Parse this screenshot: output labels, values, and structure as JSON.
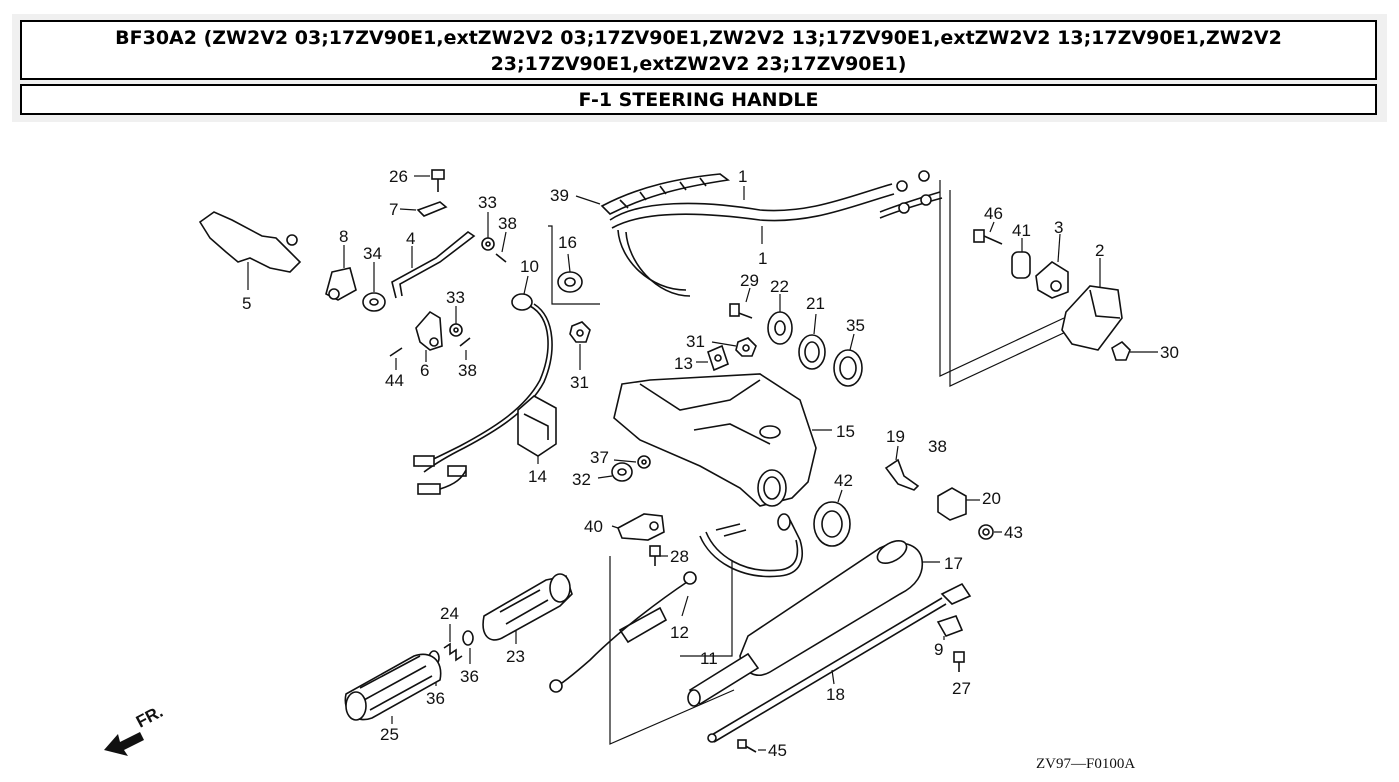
{
  "header": {
    "model_line": "BF30A2 (ZW2V2 03;17ZV90E1,extZW2V2 03;17ZV90E1,ZW2V2 13;17ZV90E1,extZW2V2 13;17ZV90E1,ZW2V2 23;17ZV90E1,extZW2V2 23;17ZV90E1)",
    "section_title": "F-1 STEERING HANDLE"
  },
  "diagram": {
    "callouts": [
      "26",
      "7",
      "33",
      "38",
      "4",
      "8",
      "34",
      "5",
      "33",
      "38",
      "6",
      "44",
      "10",
      "16",
      "31",
      "39",
      "1",
      "1",
      "29",
      "22",
      "21",
      "35",
      "31",
      "13",
      "46",
      "41",
      "3",
      "2",
      "30",
      "15",
      "14",
      "37",
      "32",
      "19",
      "38",
      "20",
      "42",
      "43",
      "40",
      "28",
      "17",
      "9",
      "27",
      "24",
      "23",
      "12",
      "11",
      "36",
      "36",
      "25",
      "18",
      "45"
    ],
    "front_marker": "FR.",
    "drawing_code": "ZV97—F0100A"
  }
}
